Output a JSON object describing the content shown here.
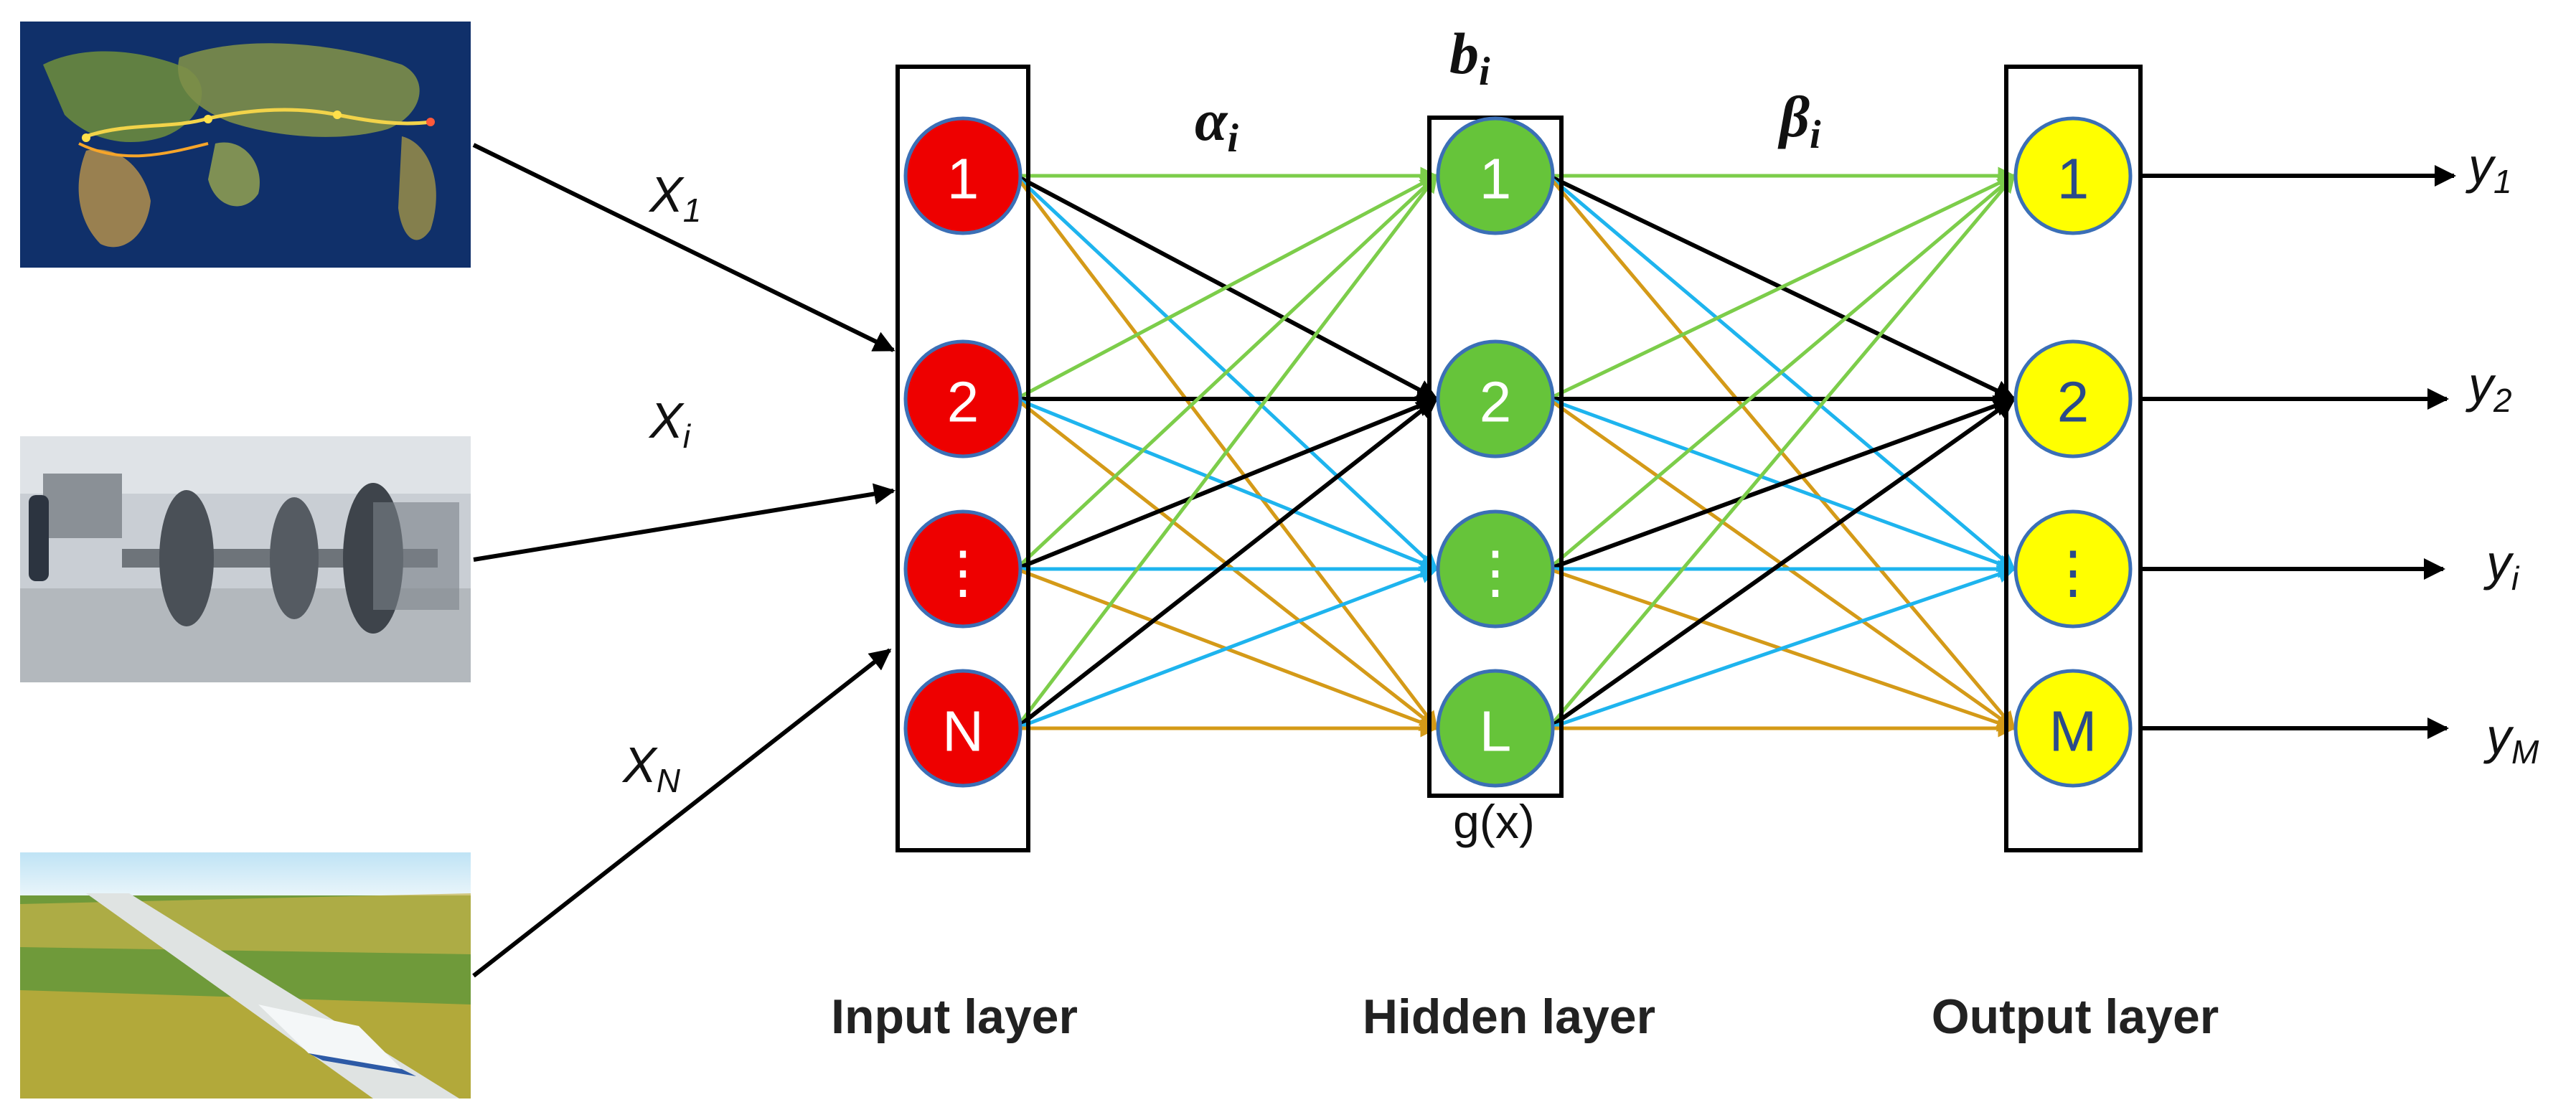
{
  "inputs": [
    {
      "var": "X",
      "sub": "1"
    },
    {
      "var": "X",
      "sub": "i"
    },
    {
      "var": "X",
      "sub": "N"
    }
  ],
  "outputs": [
    {
      "var": "y",
      "sub": "1"
    },
    {
      "var": "y",
      "sub": "2"
    },
    {
      "var": "y",
      "sub": "i"
    },
    {
      "var": "y",
      "sub": "M"
    }
  ],
  "layers": {
    "input": {
      "label": "Input layer",
      "nodes": [
        "1",
        "2",
        "⋮",
        "N"
      ],
      "fill": "#ee0000",
      "text_color": "#ffffff"
    },
    "hidden": {
      "label": "Hidden layer",
      "nodes": [
        "1",
        "2",
        "⋮",
        "L"
      ],
      "fill": "#66c43a",
      "text_color": "#ffffff"
    },
    "output": {
      "label": "Output layer",
      "nodes": [
        "1",
        "2",
        "⋮",
        "M"
      ],
      "fill": "#ffff00",
      "text_color": "#2a4a8a"
    }
  },
  "params": {
    "alpha": {
      "sym": "α",
      "sub": "i"
    },
    "beta": {
      "sym": "β",
      "sub": "i"
    },
    "bias": {
      "sym": "b",
      "sub": "i"
    },
    "activation": "g(x)"
  },
  "colors": {
    "node_stroke": "#3b6fb6",
    "edge_green": "#7ccd4a",
    "edge_black": "#000000",
    "edge_blue": "#1eb4ee",
    "edge_orange": "#d49a18"
  },
  "images": [
    {
      "icon": "world-map-railway-routes-image"
    },
    {
      "icon": "factory-wheelset-machinery-image"
    },
    {
      "icon": "high-speed-train-bridge-image"
    }
  ]
}
